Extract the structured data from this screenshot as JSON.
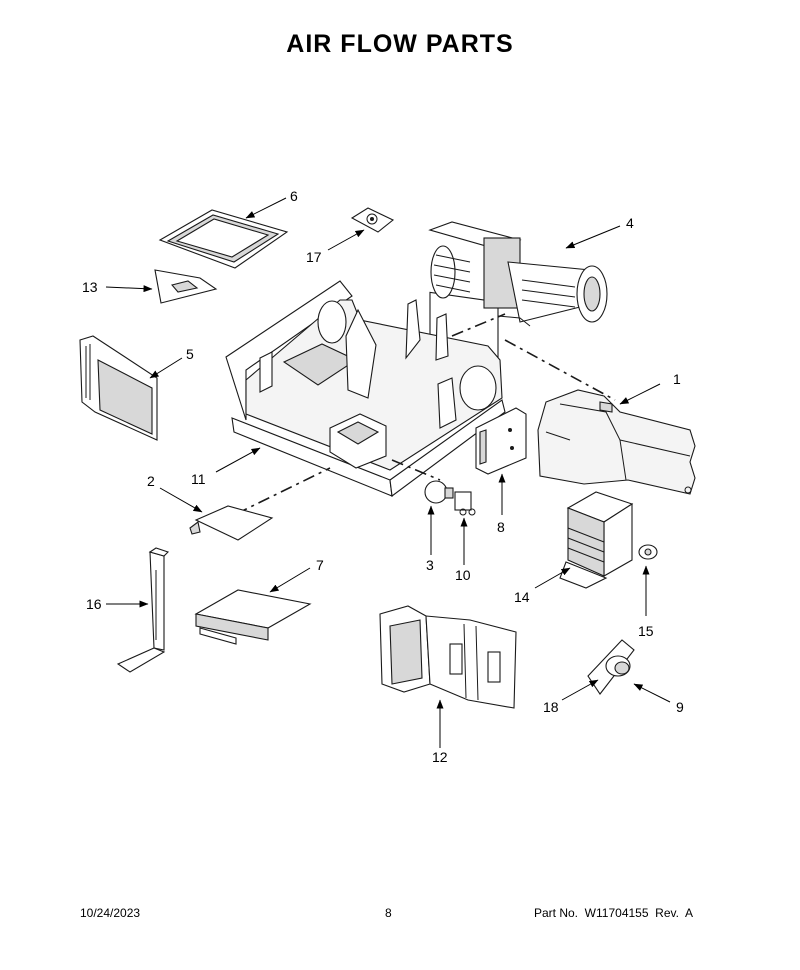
{
  "header": {
    "title": "AIR FLOW PARTS"
  },
  "footer": {
    "date": "10/24/2023",
    "page": "8",
    "part_no": "Part No.  W11704155  Rev.  A"
  },
  "callouts": [
    {
      "label": "1"
    },
    {
      "label": "2"
    },
    {
      "label": "3"
    },
    {
      "label": "4"
    },
    {
      "label": "5"
    },
    {
      "label": "6"
    },
    {
      "label": "7"
    },
    {
      "label": "8"
    },
    {
      "label": "9"
    },
    {
      "label": "10"
    },
    {
      "label": "11"
    },
    {
      "label": "12"
    },
    {
      "label": "13"
    },
    {
      "label": "14"
    },
    {
      "label": "15"
    },
    {
      "label": "16"
    },
    {
      "label": "17"
    },
    {
      "label": "18"
    }
  ]
}
